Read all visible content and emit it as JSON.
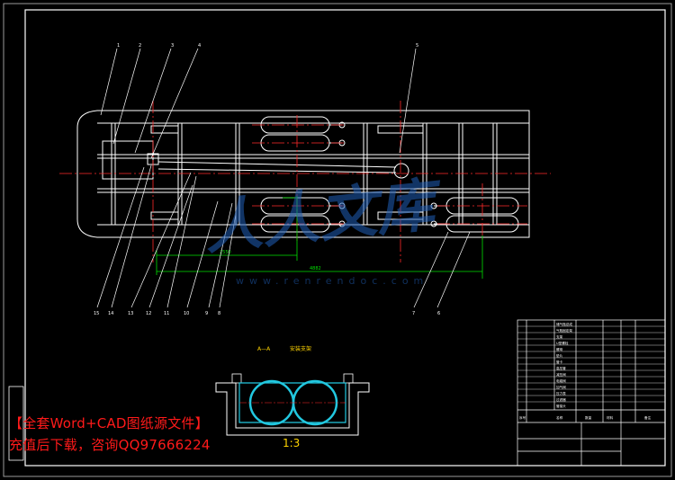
{
  "colors": {
    "background": "#000000",
    "frame": "#ffffff",
    "frame_members": "#e8e8e8",
    "center_lines": "#ff2a2a",
    "dimension_lines": "#00e000",
    "tanks": "#ffffff",
    "section_tubes": "#22c8e0",
    "annotation_text": "#ff1a1a",
    "section_title": "#ffd400",
    "watermark": "#1f5fb8"
  },
  "balloons_top": [
    "1",
    "2",
    "3",
    "4",
    "5"
  ],
  "balloons_bottom": [
    "15",
    "14",
    "13",
    "12",
    "11",
    "10",
    "9",
    "8",
    "7",
    "6"
  ],
  "dimensions": {
    "inner": "2550",
    "outer": "4882"
  },
  "section": {
    "title": "A—A",
    "subtitle": "安装支架",
    "scale": "1:3"
  },
  "watermark": {
    "logo": "人人文库",
    "url": "www.renrendoc.com"
  },
  "title_block": {
    "parts_rows": [
      "储气瓶总成",
      "气瓶固定架",
      "支架",
      "U型螺栓",
      "螺母",
      "垫片",
      "管卡",
      "高压管",
      "减压阀",
      "电磁阀",
      "加气阀",
      "压力表",
      "过滤器",
      "管接头",
      "底盘"
    ],
    "header": [
      "序号",
      "名称",
      "数量",
      "材料",
      "备注"
    ]
  },
  "annotation": {
    "line1": "【全套Word+CAD图纸源文件】",
    "line2": "充值后下载，咨询QQ97666224"
  }
}
